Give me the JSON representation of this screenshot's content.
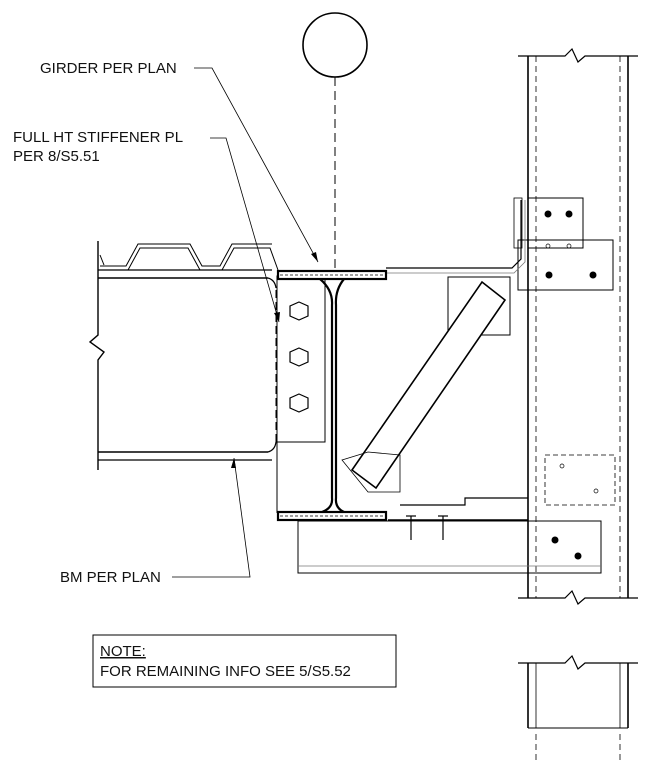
{
  "labels": {
    "girder": "GIRDER PER PLAN",
    "stiffener_line1": "FULL HT STIFFENER PL",
    "stiffener_line2": "PER 8/S5.51",
    "beam": "BM PER PLAN"
  },
  "note": {
    "title": "NOTE:",
    "text": "FOR REMAINING INFO SEE 5/S5.52"
  },
  "colors": {
    "line": "#000000",
    "light_line": "#777777",
    "background": "#ffffff"
  }
}
